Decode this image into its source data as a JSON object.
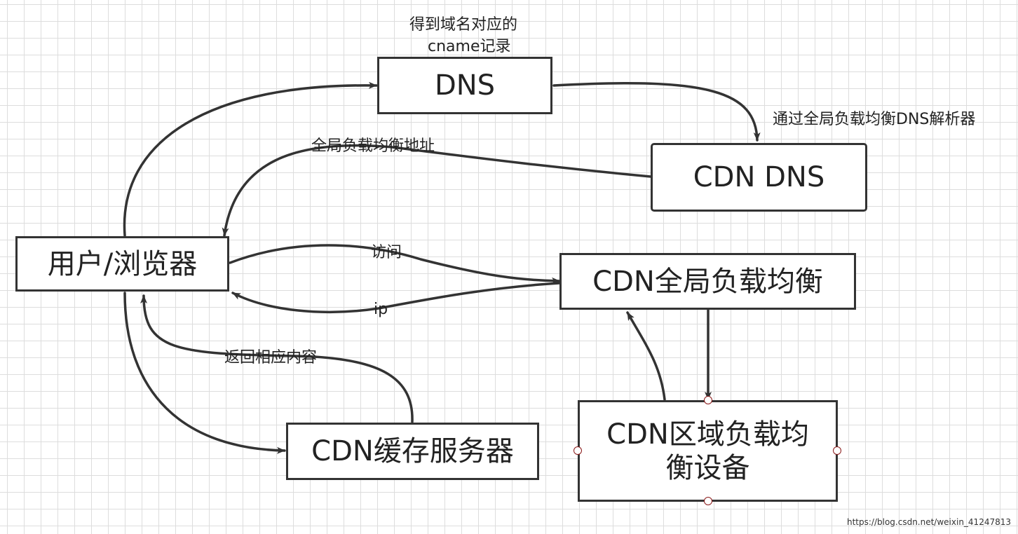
{
  "nodes": {
    "dns": "DNS",
    "cdn_dns": "CDN DNS",
    "user_browser": "用户/浏览器",
    "cdn_global_lb": "CDN全局负载均衡",
    "cdn_cache_server": "CDN缓存服务器",
    "cdn_region_lb": "CDN区域负载均衡设备"
  },
  "edge_labels": {
    "cname_line1": "得到域名对应的",
    "cname_line2": "cname记录",
    "via_global_dns": "通过全局负载均衡DNS解析器",
    "global_lb_address": "全局负载均衡地址",
    "visit": "访问",
    "ip": "ip",
    "return_content": "返回相应内容"
  },
  "watermark": "https://blog.csdn.net/weixin_41247813",
  "colors": {
    "stroke": "#333333",
    "grid": "#dddddd",
    "handle": "#8b1a1a"
  }
}
